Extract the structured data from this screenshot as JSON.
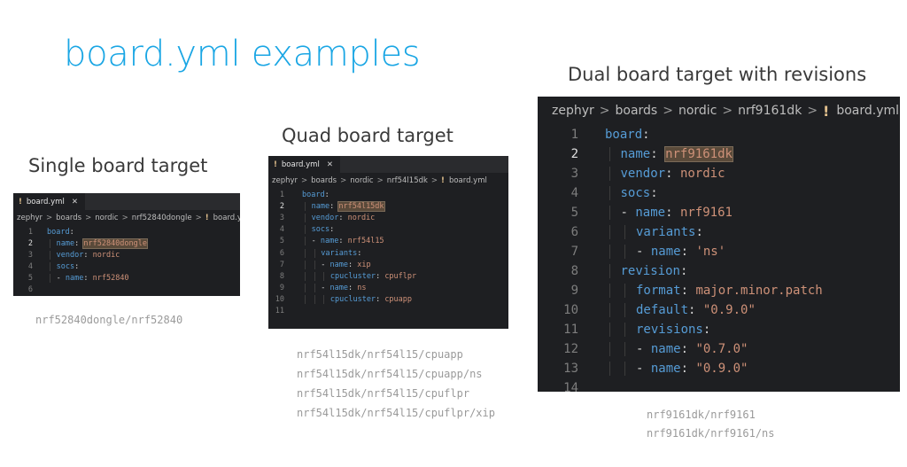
{
  "title": "board.yml examples",
  "single": {
    "heading": "Single board target",
    "tab_label": "board.yml",
    "tab_close": "✕",
    "breadcrumb": [
      "zephyr",
      "boards",
      "nordic",
      "nrf52840dongle",
      "board.yml"
    ],
    "lines": [
      {
        "n": "1",
        "indent": 0,
        "key": "board",
        "sep": ":",
        "value": ""
      },
      {
        "n": "2",
        "indent": 1,
        "key": "name",
        "sep": ": ",
        "value": "nrf52840dongle",
        "highlight": true,
        "active": true
      },
      {
        "n": "3",
        "indent": 1,
        "key": "vendor",
        "sep": ": ",
        "value": "nordic"
      },
      {
        "n": "4",
        "indent": 1,
        "key": "socs",
        "sep": ":",
        "value": ""
      },
      {
        "n": "5",
        "indent": 1,
        "dash": true,
        "key": "name",
        "sep": ": ",
        "value": "nrf52840"
      },
      {
        "n": "6",
        "indent": 0,
        "key": "",
        "sep": "",
        "value": ""
      }
    ],
    "caption": [
      "nrf52840dongle/nrf52840"
    ]
  },
  "quad": {
    "heading": "Quad board target",
    "tab_label": "board.yml",
    "tab_close": "✕",
    "breadcrumb": [
      "zephyr",
      "boards",
      "nordic",
      "nrf54l15dk",
      "board.yml"
    ],
    "lines": [
      {
        "n": "1",
        "indent": 0,
        "key": "board",
        "sep": ":",
        "value": ""
      },
      {
        "n": "2",
        "indent": 1,
        "key": "name",
        "sep": ": ",
        "value": "nrf54l15dk",
        "highlight": true,
        "active": true
      },
      {
        "n": "3",
        "indent": 1,
        "key": "vendor",
        "sep": ": ",
        "value": "nordic"
      },
      {
        "n": "4",
        "indent": 1,
        "key": "socs",
        "sep": ":",
        "value": ""
      },
      {
        "n": "5",
        "indent": 1,
        "dash": true,
        "key": "name",
        "sep": ": ",
        "value": "nrf54l15"
      },
      {
        "n": "6",
        "indent": 2,
        "key": "variants",
        "sep": ":",
        "value": ""
      },
      {
        "n": "7",
        "indent": 2,
        "dash": true,
        "key": "name",
        "sep": ": ",
        "value": "xip"
      },
      {
        "n": "8",
        "indent": 3,
        "key": "cpucluster",
        "sep": ": ",
        "value": "cpuflpr"
      },
      {
        "n": "9",
        "indent": 2,
        "dash": true,
        "key": "name",
        "sep": ": ",
        "value": "ns"
      },
      {
        "n": "10",
        "indent": 3,
        "key": "cpucluster",
        "sep": ": ",
        "value": "cpuapp"
      },
      {
        "n": "11",
        "indent": 0,
        "key": "",
        "sep": "",
        "value": ""
      }
    ],
    "caption": [
      "nrf54l15dk/nrf54l15/cpuapp",
      "nrf54l15dk/nrf54l15/cpuapp/ns",
      "nrf54l15dk/nrf54l15/cpuflpr",
      "nrf54l15dk/nrf54l15/cpuflpr/xip"
    ]
  },
  "dual": {
    "heading": "Dual board target with revisions",
    "breadcrumb": [
      "zephyr",
      "boards",
      "nordic",
      "nrf9161dk",
      "board.yml"
    ],
    "lines": [
      {
        "n": "1",
        "indent": 0,
        "key": "board",
        "sep": ":",
        "value": ""
      },
      {
        "n": "2",
        "indent": 1,
        "key": "name",
        "sep": ": ",
        "value": "nrf9161dk",
        "highlight": true,
        "active": true
      },
      {
        "n": "3",
        "indent": 1,
        "key": "vendor",
        "sep": ": ",
        "value": "nordic"
      },
      {
        "n": "4",
        "indent": 1,
        "key": "socs",
        "sep": ":",
        "value": ""
      },
      {
        "n": "5",
        "indent": 1,
        "dash": true,
        "key": "name",
        "sep": ": ",
        "value": "nrf9161"
      },
      {
        "n": "6",
        "indent": 2,
        "key": "variants",
        "sep": ":",
        "value": ""
      },
      {
        "n": "7",
        "indent": 2,
        "dash": true,
        "key": "name",
        "sep": ": ",
        "value": "'ns'"
      },
      {
        "n": "8",
        "indent": 1,
        "key": "revision",
        "sep": ":",
        "value": ""
      },
      {
        "n": "9",
        "indent": 2,
        "key": "format",
        "sep": ": ",
        "value": "major.minor.patch"
      },
      {
        "n": "10",
        "indent": 2,
        "key": "default",
        "sep": ": ",
        "value": "\"0.9.0\""
      },
      {
        "n": "11",
        "indent": 2,
        "key": "revisions",
        "sep": ":",
        "value": ""
      },
      {
        "n": "12",
        "indent": 2,
        "dash": true,
        "key": "name",
        "sep": ": ",
        "value": "\"0.7.0\""
      },
      {
        "n": "13",
        "indent": 2,
        "dash": true,
        "key": "name",
        "sep": ": ",
        "value": "\"0.9.0\""
      },
      {
        "n": "14",
        "indent": 0,
        "key": "",
        "sep": "",
        "value": ""
      }
    ],
    "caption": [
      "nrf9161dk/nrf9161",
      "nrf9161dk/nrf9161/ns"
    ]
  },
  "colors": {
    "title": "#1aa6e4",
    "key": "#569cd6",
    "value": "#ce9178",
    "panel_bg": "#1e1f22",
    "yaml_icon": "#e2c08d"
  },
  "icons": {
    "yaml_file": "yaml-file-icon",
    "close": "close-icon",
    "chevron": "chevron-right-icon"
  }
}
